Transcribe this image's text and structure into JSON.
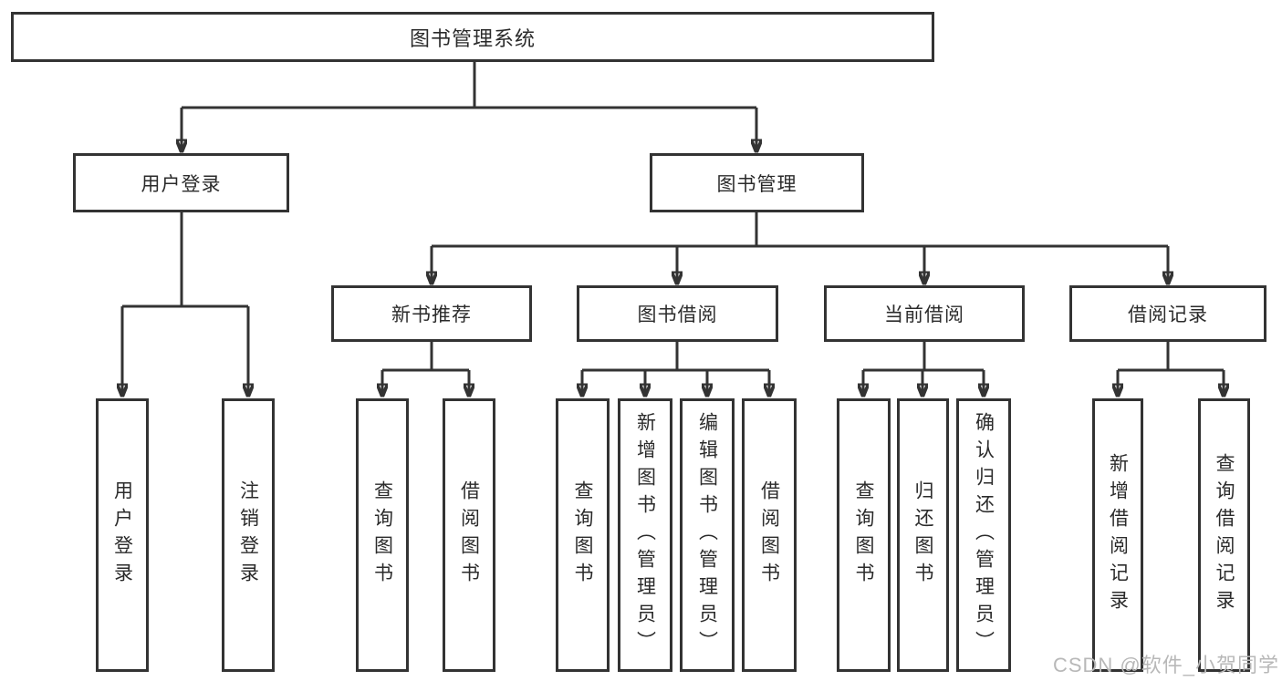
{
  "colors": {
    "line": "#333333",
    "border": "#333333",
    "text": "#2b2b2b",
    "background": "#ffffff",
    "watermark_gray": "#b8b8b8"
  },
  "nodes": {
    "root": {
      "label": "图书管理系统"
    },
    "userLogin": {
      "label": "用户登录"
    },
    "bookMgmt": {
      "label": "图书管理"
    },
    "newBooks": {
      "label": "新书推荐"
    },
    "bookBorrow": {
      "label": "图书借阅"
    },
    "currentBorrow": {
      "label": "当前借阅"
    },
    "borrowRecords": {
      "label": "借阅记录"
    }
  },
  "leaves": {
    "userLogin": {
      "label": "用户登录"
    },
    "logout": {
      "label": "注销登录"
    },
    "queryBooksNew": {
      "label": "查询图书"
    },
    "borrowBooksNew": {
      "label": "借阅图书"
    },
    "queryBooksBorrow": {
      "label": "查询图书"
    },
    "addBooksAdmin": {
      "label": "新增图书（管理员）"
    },
    "editBooksAdmin": {
      "label": "编辑图书（管理员）"
    },
    "borrowBooksBorrow": {
      "label": "借阅图书"
    },
    "queryBooksCurrent": {
      "label": "查询图书"
    },
    "returnBooks": {
      "label": "归还图书"
    },
    "confirmReturnAdmin": {
      "label": "确认归还（管理员）"
    },
    "addBorrowRecord": {
      "label": "新增借阅记录"
    },
    "queryBorrowRecord": {
      "label": "查询借阅记录"
    }
  },
  "hierarchy": {
    "root": "图书管理系统",
    "children": [
      {
        "label": "用户登录",
        "children": [
          "用户登录",
          "注销登录"
        ]
      },
      {
        "label": "图书管理",
        "children": [
          {
            "label": "新书推荐",
            "children": [
              "查询图书",
              "借阅图书"
            ]
          },
          {
            "label": "图书借阅",
            "children": [
              "查询图书",
              "新增图书（管理员）",
              "编辑图书（管理员）",
              "借阅图书"
            ]
          },
          {
            "label": "当前借阅",
            "children": [
              "查询图书",
              "归还图书",
              "确认归还（管理员）"
            ]
          },
          {
            "label": "借阅记录",
            "children": [
              "新增借阅记录",
              "查询借阅记录"
            ]
          }
        ]
      }
    ]
  },
  "watermark": {
    "text": "CSDN @软件_小贺同学"
  }
}
